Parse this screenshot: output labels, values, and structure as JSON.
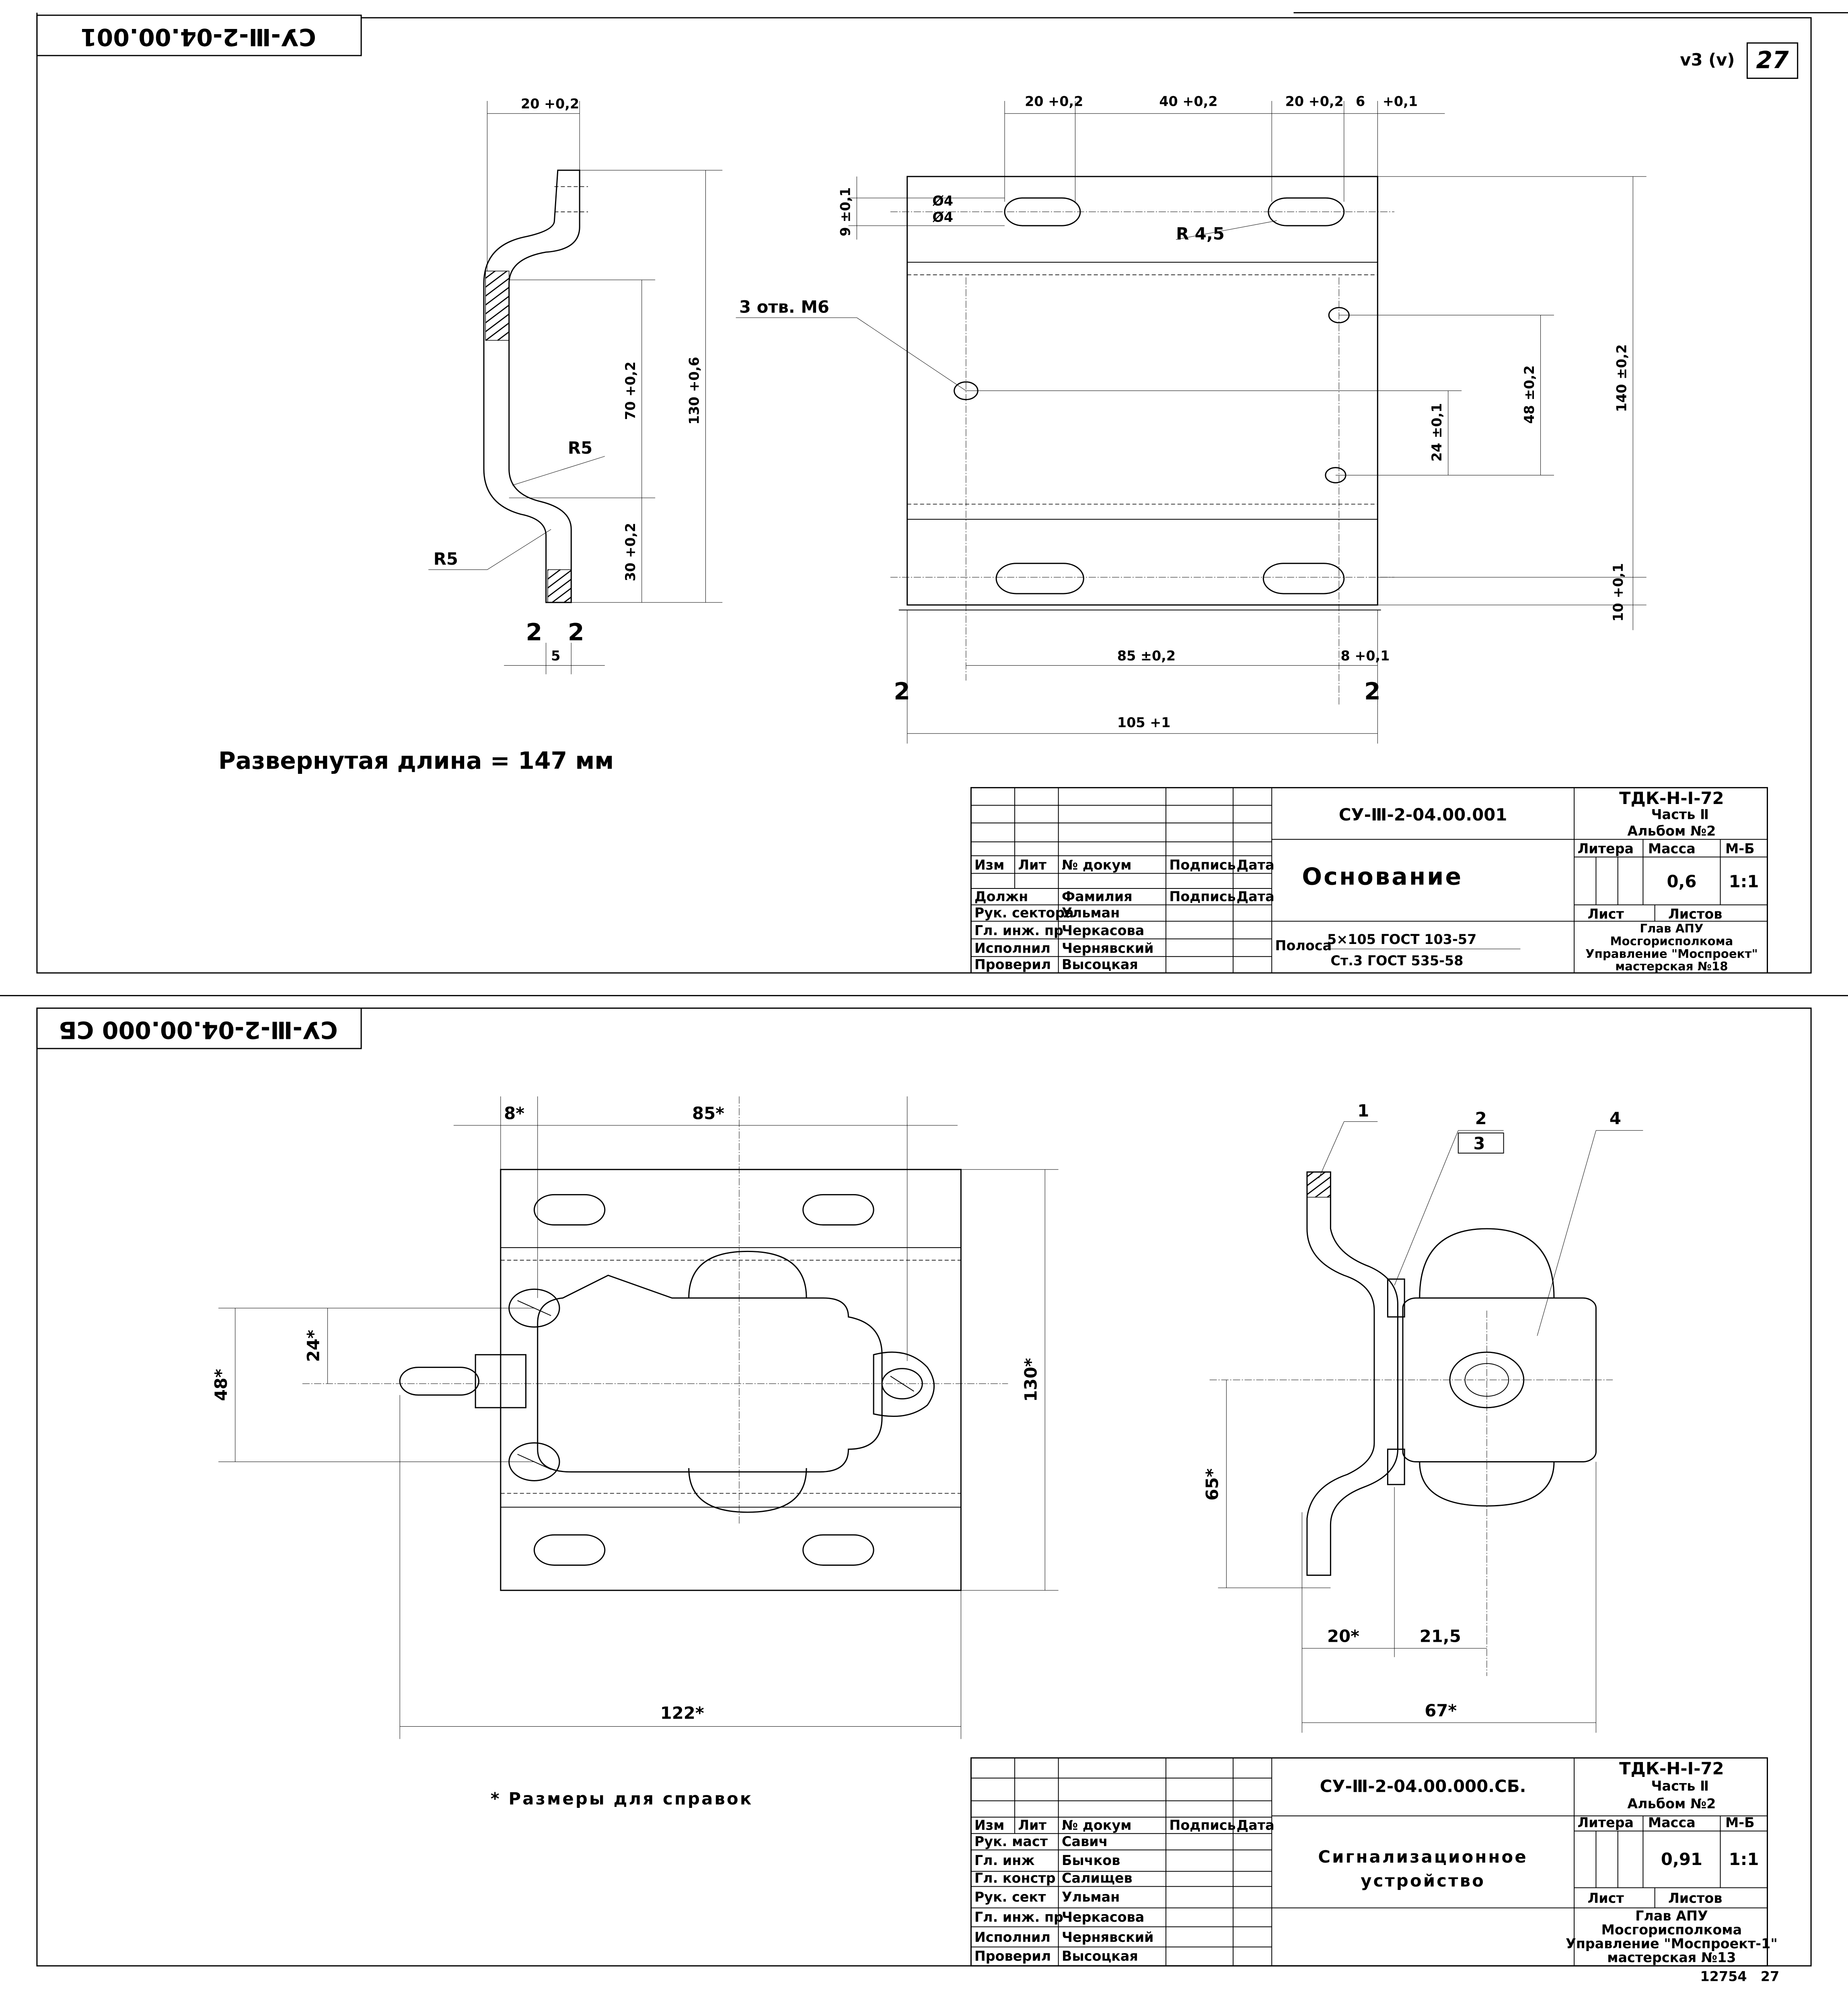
{
  "top_sheet": {
    "stamp_code": "СУ-Ⅲ-2-04.00.001",
    "sheet_mark": "ⅴ3 (ⅴ)",
    "page_number": "27",
    "side_view_dims": {
      "width": "20 +0,2",
      "height": "130 +0,6",
      "middle": "70 +0,2",
      "lower": "30 +0,2",
      "radius_upper": "R5",
      "radius_lower": "R5",
      "thickness": "5",
      "section_mark_a": "2",
      "section_mark_b": "2"
    },
    "front_view_dims": {
      "slot_left": "20 +0,2",
      "slot_spacing": "40 +0,2",
      "slot_right": "20 +0,2",
      "edge": "6",
      "edge_tol": "+0,1",
      "slot_offset": "9 ±0,1",
      "slot_a": "Ø4",
      "slot_b": "Ø4",
      "slot_radius": "R 4,5",
      "holes": "3 отв. М6",
      "hole_spacing_24": "24 ±0,1",
      "hole_spacing_48": "48 ±0,2",
      "height": "140 ±0,2",
      "bottom_offset": "10 +0,1",
      "hole_span": "85 ±0,2",
      "right_offset": "8 +0,1",
      "width": "105 +1",
      "section_mark_a": "2",
      "section_mark_b": "2"
    },
    "note": "Развернутая длина = 147 мм",
    "title_block": {
      "code": "СУ-Ⅲ-2-04.00.001",
      "series": "ТДК-Н-Ⅰ-72",
      "part": "Часть Ⅱ",
      "album": "Альбом №2",
      "name": "Основание",
      "headers": [
        "Изм",
        "Лит",
        "№ докум",
        "Подпись",
        "Дата"
      ],
      "staff_headers": [
        "Должн",
        "Фамилия",
        "Подпись",
        "Дата"
      ],
      "staff": [
        {
          "role": "Рук. сектора",
          "name": "Ульман"
        },
        {
          "role": "Гл. инж. пр",
          "name": "Черкасова"
        },
        {
          "role": "Исполнил",
          "name": "Чернявский"
        },
        {
          "role": "Проверил",
          "name": "Высоцкая"
        }
      ],
      "litera_label": "Литера",
      "mass_label": "Масса",
      "scale_label": "М-Б",
      "mass": "0,6",
      "scale": "1:1",
      "sheet_label": "Лист",
      "sheets_label": "Листов",
      "material_label": "Полоса",
      "material_top": "5×105 ГОСТ 103-57",
      "material_bottom": "Ст.3 ГОСТ 535-58",
      "org": [
        "Глав АПУ",
        "Мосгорисполкома",
        "Управление \"Моспроект\"",
        "мастерская №18"
      ]
    }
  },
  "bottom_sheet": {
    "stamp_code": "СУ-Ⅲ-2-04.00.000 СБ",
    "front_view_dims": {
      "edge": "8*",
      "span": "85*",
      "height_24": "24*",
      "height_48": "48*",
      "height": "130*",
      "width": "122*"
    },
    "side_view_dims": {
      "height": "65*",
      "left": "20*",
      "right": "21,5",
      "width": "67*"
    },
    "callouts": [
      "1",
      "2",
      "3",
      "4"
    ],
    "note": "* Размеры для справок",
    "title_block": {
      "code": "СУ-Ⅲ-2-04.00.000.СБ.",
      "series": "ТДК-Н-Ⅰ-72",
      "part": "Часть Ⅱ",
      "album": "Альбом №2",
      "name_line1": "Сигнализационное",
      "name_line2": "устройство",
      "headers": [
        "Изм",
        "Лит",
        "№ докум",
        "Подпись",
        "Дата"
      ],
      "staff": [
        {
          "role": "Рук. маст",
          "name": "Савич"
        },
        {
          "role": "Гл. инж",
          "name": "Бычков"
        },
        {
          "role": "Гл. констр",
          "name": "Салищев"
        },
        {
          "role": "Рук. сект",
          "name": "Ульман"
        },
        {
          "role": "Гл. инж. пр",
          "name": "Черкасова"
        },
        {
          "role": "Исполнил",
          "name": "Чернявский"
        },
        {
          "role": "Проверил",
          "name": "Высоцкая"
        }
      ],
      "litera_label": "Литера",
      "mass_label": "Масса",
      "scale_label": "М-Б",
      "mass": "0,91",
      "scale": "1:1",
      "sheet_label": "Лист",
      "sheets_label": "Листов",
      "org": [
        "Глав АПУ",
        "Мосгорисполкома",
        "Управление \"Моспроект-1\"",
        "мастерская №13"
      ]
    },
    "footer_number": "12754",
    "footer_page": "27"
  }
}
